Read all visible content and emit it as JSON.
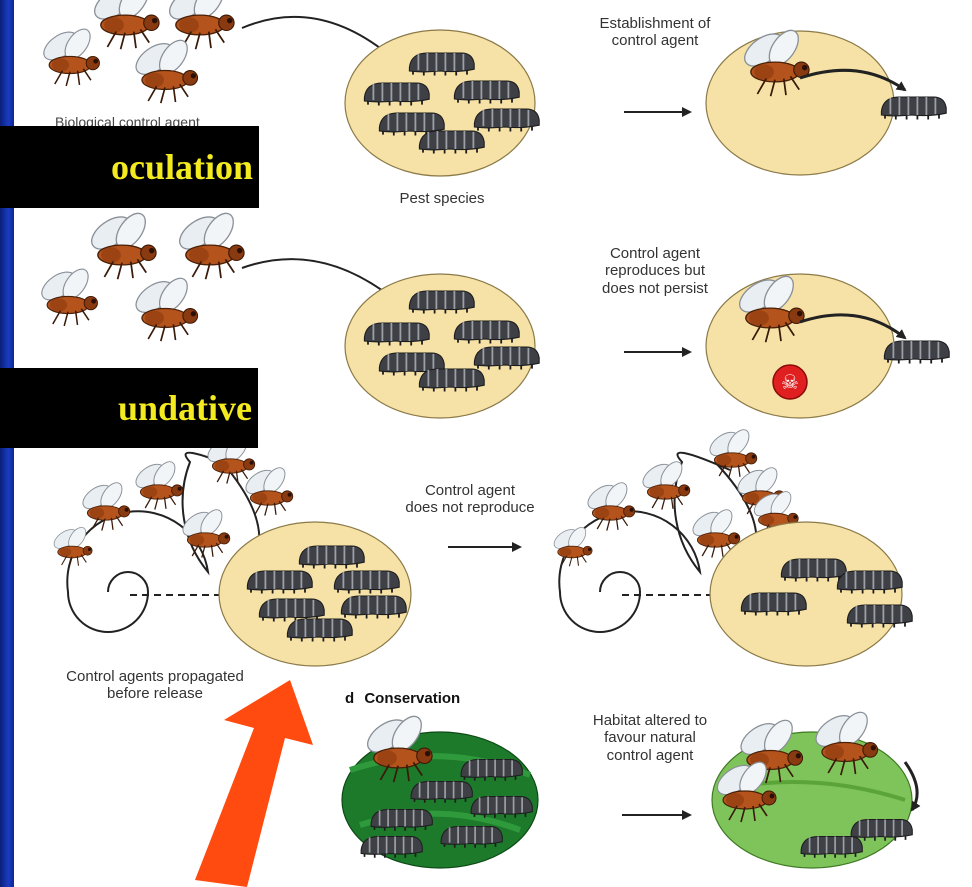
{
  "labels": {
    "inoculation": "oculation",
    "inundative": "undative",
    "biological_control_agent": "Biological control agent"
  },
  "panel_a": {
    "establishment": "Establishment of\ncontrol agent",
    "pest_species": "Pest species"
  },
  "panel_b": {
    "reproduces": "Control agent\nreproduces but\ndoes not persist"
  },
  "panel_c": {
    "does_not_reproduce": "Control agent\ndoes not reproduce",
    "propagated": "Control agents propagated\nbefore release"
  },
  "panel_d": {
    "letter": "d",
    "title": "Conservation",
    "habitat": "Habitat altered to\nfavour natural\ncontrol agent"
  },
  "colors": {
    "sidebar_blue": "#1a3cc0",
    "label_text": "#f3ea1f",
    "oval_fill": "#f6e2a6",
    "green_dark": "#1e7a2b",
    "green_light": "#7fc45a",
    "highlight_arrow": "#ff4a10"
  },
  "icons": [
    "fly-icon",
    "caterpillar-icon",
    "skull-crossbones-icon",
    "spiral-icon",
    "arrow-icon"
  ]
}
